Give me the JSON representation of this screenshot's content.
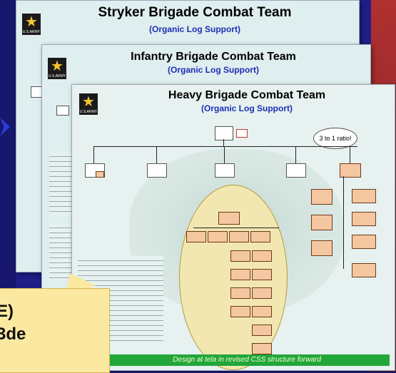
{
  "slides": [
    {
      "title": "Stryker Brigade Combat Team",
      "subtitle": "(Organic Log Support)"
    },
    {
      "title": "Infantry Brigade Combat Team",
      "subtitle": "(Organic Log Support)"
    },
    {
      "title": "Heavy Brigade Combat Team",
      "subtitle": "(Organic Log Support)"
    }
  ],
  "logo": {
    "text": "U.S.ARMY"
  },
  "cloud": {
    "text": "3 to 1 ratio!"
  },
  "banner": {
    "text": "Design at tela in revised CSS structure forward"
  },
  "callout": {
    "line1": "E)",
    "line2": "3de"
  },
  "colors": {
    "accent": "#1d2fb4",
    "box_fill": "#f5c7a0",
    "banner": "#22a63a"
  }
}
